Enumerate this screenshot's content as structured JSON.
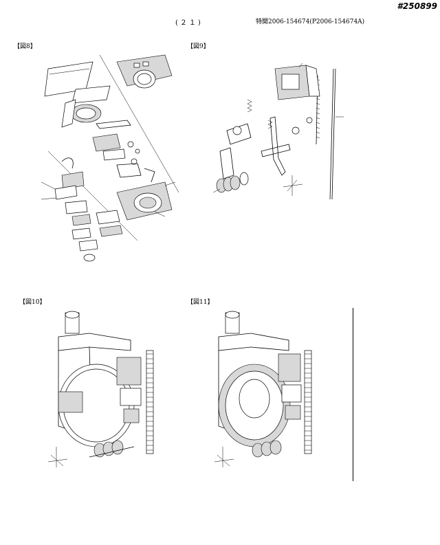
{
  "header": {
    "page_number": "(２１)",
    "publication_number": "特開2006-154674(P2006-154674A)",
    "stamp": "#250899"
  },
  "figures": [
    {
      "id": "fig8",
      "label": "【図8】"
    },
    {
      "id": "fig9",
      "label": "【図9】"
    },
    {
      "id": "fig10",
      "label": "【図10】"
    },
    {
      "id": "fig11",
      "label": "【図11】"
    }
  ]
}
